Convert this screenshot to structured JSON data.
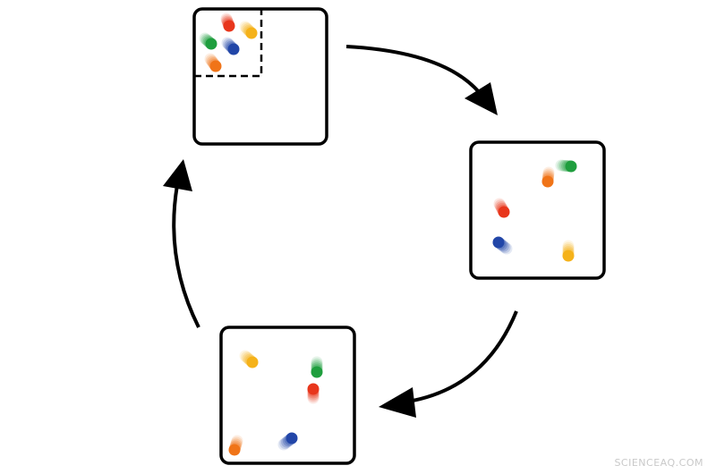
{
  "colors": {
    "background": "#ffffff",
    "stroke": "#000000",
    "red": "#e8361c",
    "green": "#1f9e3e",
    "blue": "#2246a8",
    "orange": "#f07418",
    "yellow": "#f5b21a",
    "watermark": "#c9c9c9"
  },
  "cycle": {
    "direction": "clockwise",
    "panels": [
      {
        "id": "top",
        "stage": "confined",
        "has_dashed_subregion": true,
        "particles": [
          {
            "color": "red",
            "trail": "up"
          },
          {
            "color": "yellow",
            "trail": "up-left"
          },
          {
            "color": "green",
            "trail": "up-left"
          },
          {
            "color": "blue",
            "trail": "up-left"
          },
          {
            "color": "orange",
            "trail": "up-left"
          }
        ]
      },
      {
        "id": "right",
        "stage": "spread",
        "has_dashed_subregion": false,
        "particles": [
          {
            "color": "green",
            "trail": "left"
          },
          {
            "color": "orange",
            "trail": "up"
          },
          {
            "color": "red",
            "trail": "up-left"
          },
          {
            "color": "blue",
            "trail": "down-right"
          },
          {
            "color": "yellow",
            "trail": "up"
          }
        ]
      },
      {
        "id": "bottom",
        "stage": "spread",
        "has_dashed_subregion": false,
        "particles": [
          {
            "color": "yellow",
            "trail": "up-left"
          },
          {
            "color": "green",
            "trail": "up"
          },
          {
            "color": "red",
            "trail": "down"
          },
          {
            "color": "orange",
            "trail": "up"
          },
          {
            "color": "blue",
            "trail": "down-left"
          }
        ]
      }
    ],
    "arrows": [
      {
        "from": "top",
        "to": "right"
      },
      {
        "from": "right",
        "to": "bottom"
      },
      {
        "from": "bottom",
        "to": "top"
      }
    ]
  },
  "watermark": "SCIENCEAQ.COM"
}
